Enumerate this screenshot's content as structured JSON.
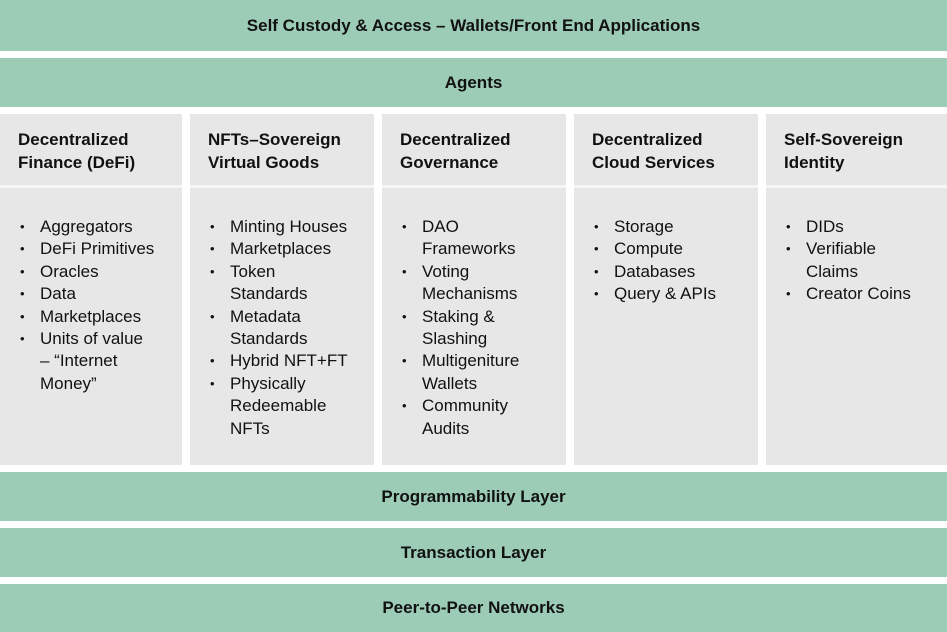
{
  "bands": {
    "top": "Self Custody & Access – Wallets/Front End Applications",
    "agents": "Agents",
    "programmability": "Programmability Layer",
    "transaction": "Transaction Layer",
    "p2p": "Peer-to-Peer Networks"
  },
  "columns": [
    {
      "title": "Decentralized\nFinance (DeFi)",
      "items": [
        "Aggregators",
        "DeFi Primitives",
        "Oracles",
        "Data",
        "Marketplaces",
        "Units of value\n– “Internet\nMoney”"
      ]
    },
    {
      "title": "NFTs–Sovereign\nVirtual Goods",
      "items": [
        "Minting Houses",
        "Marketplaces",
        "Token\nStandards",
        "Metadata\nStandards",
        "Hybrid NFT+FT",
        "Physically\nRedeemable\nNFTs"
      ]
    },
    {
      "title": "Decentralized\nGovernance",
      "items": [
        "DAO\nFrameworks",
        "Voting\nMechanisms",
        "Staking &\nSlashing",
        "Multigeniture\nWallets",
        "Community\nAudits"
      ]
    },
    {
      "title": "Decentralized\nCloud Services",
      "items": [
        "Storage",
        "Compute",
        "Databases",
        "Query & APIs"
      ]
    },
    {
      "title": "Self-Sovereign\nIdentity",
      "items": [
        "DIDs",
        "Verifiable\nClaims",
        "Creator Coins"
      ]
    }
  ],
  "colors": {
    "band": "#9ccbb6",
    "column": "#e7e7e7"
  }
}
